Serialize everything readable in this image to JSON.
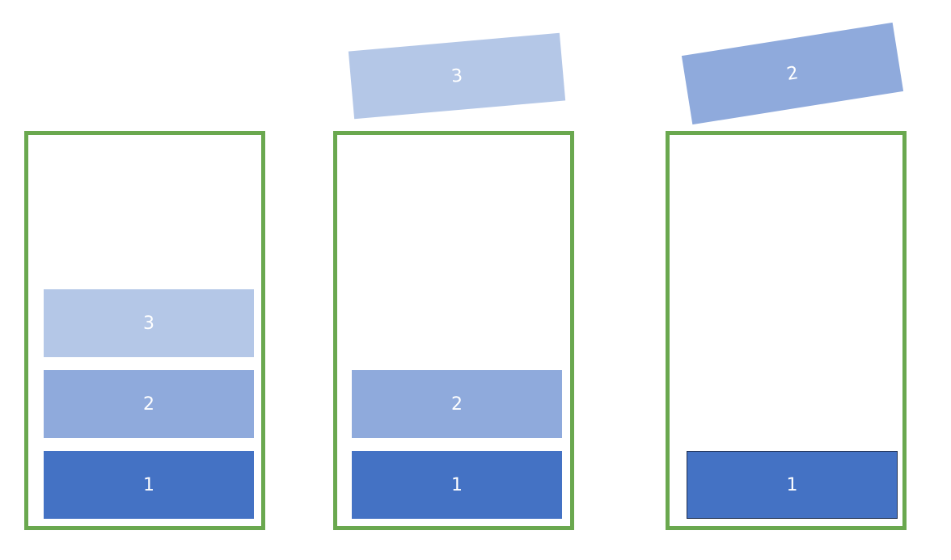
{
  "colors": {
    "frame": "#6aa84f",
    "block_1": "#4472c4",
    "block_2": "#8faadc",
    "block_3": "#b4c7e7"
  },
  "stacks": [
    {
      "blocks": [
        "1",
        "2",
        "3"
      ]
    },
    {
      "blocks": [
        "1",
        "2"
      ],
      "popped": "3"
    },
    {
      "blocks": [
        "1"
      ],
      "popped": "2"
    }
  ]
}
